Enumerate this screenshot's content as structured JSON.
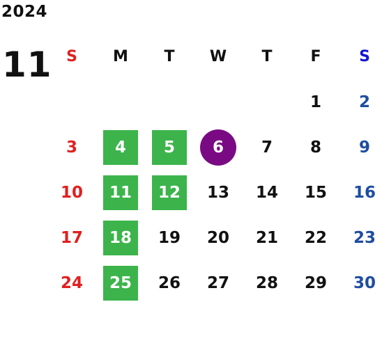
{
  "calendar": {
    "year": "2024",
    "month": "11",
    "weekdays": [
      "S",
      "M",
      "T",
      "W",
      "T",
      "F",
      "S"
    ],
    "first_weekday_index": 5,
    "days": [
      "1",
      "2",
      "3",
      "4",
      "5",
      "6",
      "7",
      "8",
      "9",
      "10",
      "11",
      "12",
      "13",
      "14",
      "15",
      "16",
      "17",
      "18",
      "19",
      "20",
      "21",
      "22",
      "23",
      "24",
      "25",
      "26",
      "27",
      "28",
      "29",
      "30"
    ],
    "highlighted_days": [
      "4",
      "5",
      "11",
      "12",
      "18",
      "25"
    ],
    "today": "6"
  },
  "colors": {
    "sunday": "#e02020",
    "saturday_header": "#1515d0",
    "saturday": "#1f4da0",
    "weekday": "#111111",
    "highlight": "#3cb44b",
    "today": "#7a0a84",
    "highlight_text": "#ffffff"
  }
}
